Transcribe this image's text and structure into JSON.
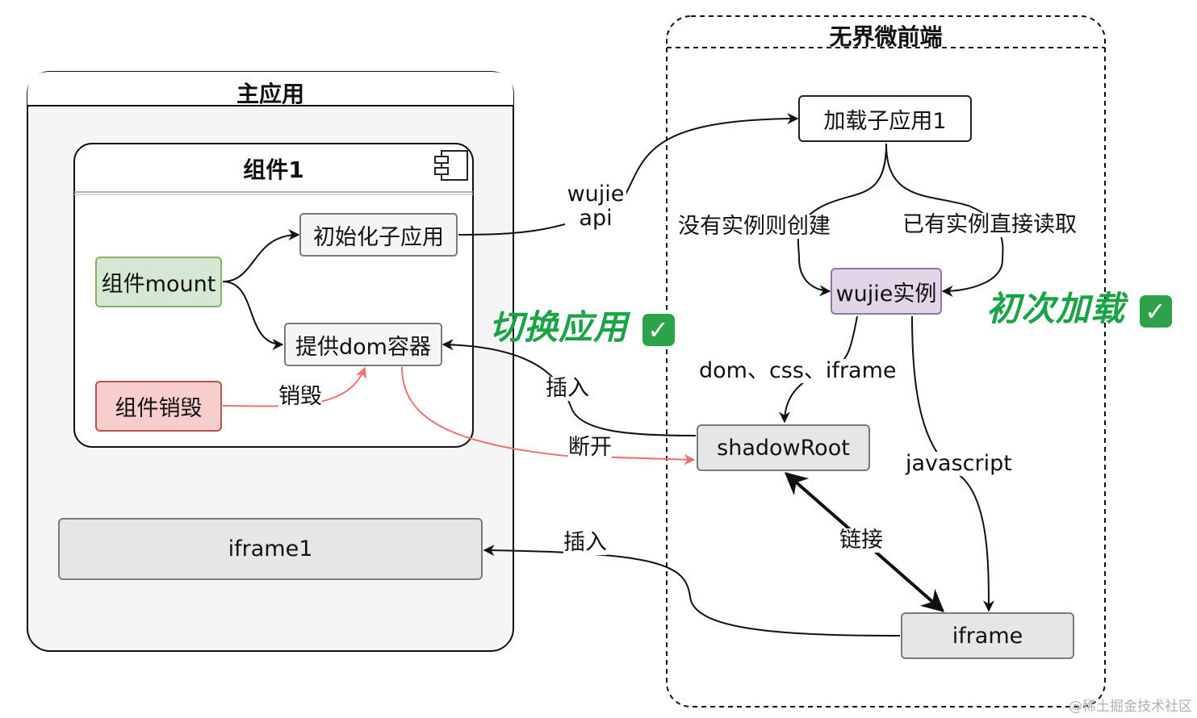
{
  "containers": {
    "main_app": "主应用",
    "component1": "组件1",
    "wujie": "无界微前端"
  },
  "nodes": {
    "init_subapp": "初始化子应用",
    "component_mount": "组件mount",
    "provide_dom": "提供dom容器",
    "component_destroy": "组件销毁",
    "iframe1": "iframe1",
    "load_subapp": "加载子应用1",
    "wujie_instance": "wujie实例",
    "shadow_root": "shadowRoot",
    "iframe": "iframe"
  },
  "edge_labels": {
    "wujie_api_line1": "wujie",
    "wujie_api_line2": "api",
    "no_instance": "没有实例则创建",
    "has_instance": "已有实例直接读取",
    "dom_css_iframe": "dom、css、iframe",
    "insert_top": "插入",
    "disconnect": "断开",
    "destroy": "销毁",
    "javascript": "javascript",
    "link": "链接",
    "insert_bottom": "插入"
  },
  "annotations": {
    "switch_app": "切换应用",
    "first_load": "初次加载",
    "check_mark": "✓"
  },
  "icons": {
    "component": "uml-component-icon",
    "check": "check-mark-icon"
  },
  "colors": {
    "green_fill": "#d5e8d4",
    "green_stroke": "#82b366",
    "red_fill": "#f8cecc",
    "red_stroke": "#b85450",
    "purple_fill": "#e1d5e7",
    "purple_stroke": "#9673a6",
    "gray_fill": "#e6e6e6",
    "annotation_green": "#1aa347",
    "destroy_arrow": "#f07070"
  },
  "watermark": "@稀土掘金技术社区"
}
